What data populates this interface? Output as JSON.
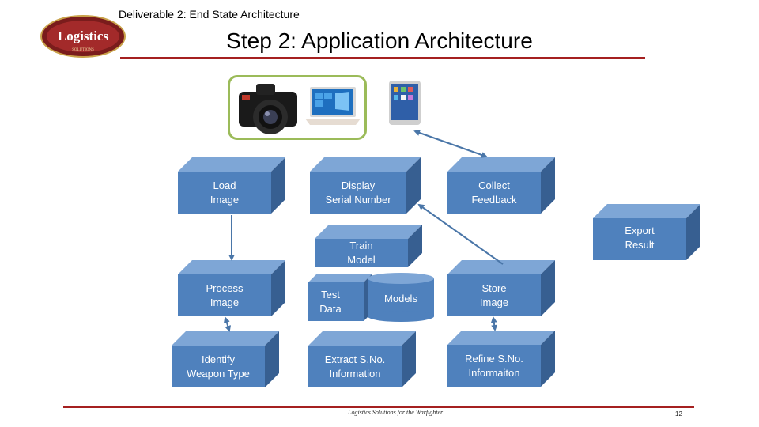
{
  "header": {
    "deliverable": "Deliverable 2: End State Architecture",
    "title": "Step 2: Application Architecture",
    "logo_text": "Logistics",
    "logo_subtext": "SOLUTIONS"
  },
  "colors": {
    "box_front": "#4f81bd",
    "box_top": "#7ea6d6",
    "box_side": "#375f91",
    "arrow": "#4a76a8",
    "rule": "#a52020",
    "device_frame": "#9bbb59"
  },
  "boxes": {
    "load_image": "Load\nImage",
    "display_serial": "Display\nSerial Number",
    "collect_feedback": "Collect\nFeedback",
    "export_result": "Export\nResult",
    "train_model": "Train\nModel",
    "process_image": "Process\nImage",
    "test_data": "Test\nData",
    "models": "Models",
    "store_image": "Store\nImage",
    "identify_weapon": "Identify\nWeapon Type",
    "extract_sno": "Extract S.No.\nInformation",
    "refine_sno": "Refine S.No.\nInformaiton"
  },
  "devices": [
    "camera-icon",
    "laptop-icon",
    "tablet-icon"
  ],
  "footer": {
    "text": "Logistics Solutions for the Warfighter",
    "page": "12"
  }
}
